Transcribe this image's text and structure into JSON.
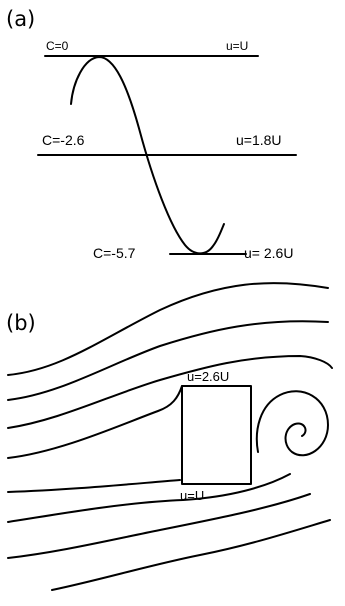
{
  "panel_a": {
    "label": "(a)",
    "levels": [
      {
        "c_label": "C=0",
        "u_label": "u=U"
      },
      {
        "c_label": "C=-2.6",
        "u_label": "u=1.8U"
      },
      {
        "c_label": "C=-5.7",
        "u_label": "u= 2.6U"
      }
    ]
  },
  "panel_b": {
    "label": "(b)",
    "top_label": "u=2.6U",
    "bottom_label": "u=U"
  }
}
